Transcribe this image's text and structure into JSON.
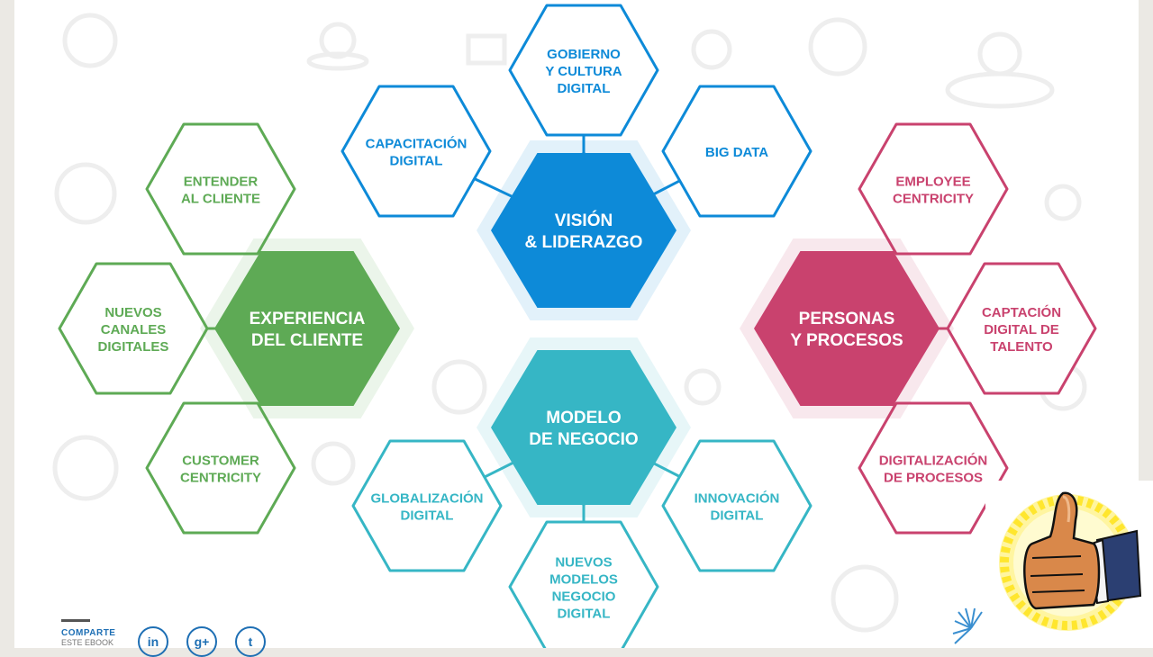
{
  "hubs": [
    {
      "id": "vision",
      "lines": [
        "VISIÓN",
        "& LIDERAZGO"
      ],
      "color": "#0d8ad8"
    },
    {
      "id": "experiencia",
      "lines": [
        "EXPERIENCIA",
        "DEL CLIENTE"
      ],
      "color": "#5eaa55"
    },
    {
      "id": "modelo",
      "lines": [
        "MODELO",
        "DE NEGOCIO"
      ],
      "color": "#36b6c5"
    },
    {
      "id": "personas",
      "lines": [
        "PERSONAS",
        "Y PROCESOS"
      ],
      "color": "#c9426e"
    }
  ],
  "nodes": [
    {
      "id": "gobierno",
      "hub": "vision",
      "lines": [
        "GOBIERNO",
        "Y CULTURA",
        "DIGITAL"
      ]
    },
    {
      "id": "capacitacion",
      "hub": "vision",
      "lines": [
        "CAPACITACIÓN",
        "DIGITAL"
      ]
    },
    {
      "id": "bigdata",
      "hub": "vision",
      "lines": [
        "BIG DATA"
      ]
    },
    {
      "id": "entender",
      "hub": "experiencia",
      "lines": [
        "ENTENDER",
        "AL CLIENTE"
      ]
    },
    {
      "id": "canales",
      "hub": "experiencia",
      "lines": [
        "NUEVOS",
        "CANALES",
        "DIGITALES"
      ]
    },
    {
      "id": "customer",
      "hub": "experiencia",
      "lines": [
        "CUSTOMER",
        "CENTRICITY"
      ]
    },
    {
      "id": "globalizacion",
      "hub": "modelo",
      "lines": [
        "GLOBALIZACIÓN",
        "DIGITAL"
      ]
    },
    {
      "id": "innovacion",
      "hub": "modelo",
      "lines": [
        "INNOVACIÓN",
        "DIGITAL"
      ]
    },
    {
      "id": "nuevosmodelos",
      "hub": "modelo",
      "lines": [
        "NUEVOS",
        "MODELOS",
        "NEGOCIO",
        "DIGITAL"
      ]
    },
    {
      "id": "employee",
      "hub": "personas",
      "lines": [
        "EMPLOYEE",
        "CENTRICITY"
      ]
    },
    {
      "id": "captacion",
      "hub": "personas",
      "lines": [
        "CAPTACIÓN",
        "DIGITAL DE",
        "TALENTO"
      ]
    },
    {
      "id": "digitalizacion",
      "hub": "personas",
      "lines": [
        "DIGITALIZACIÓN",
        "DE PROCESOS"
      ]
    }
  ],
  "footer": {
    "share_title": "COMPARTE",
    "share_sub": "ESTE EBOOK",
    "social": [
      "in",
      "g+",
      "t"
    ]
  },
  "icons": {
    "thumbs": "thumbs-up-icon",
    "linkedin": "linkedin-icon",
    "googleplus": "google-plus-icon",
    "twitter": "twitter-icon"
  }
}
